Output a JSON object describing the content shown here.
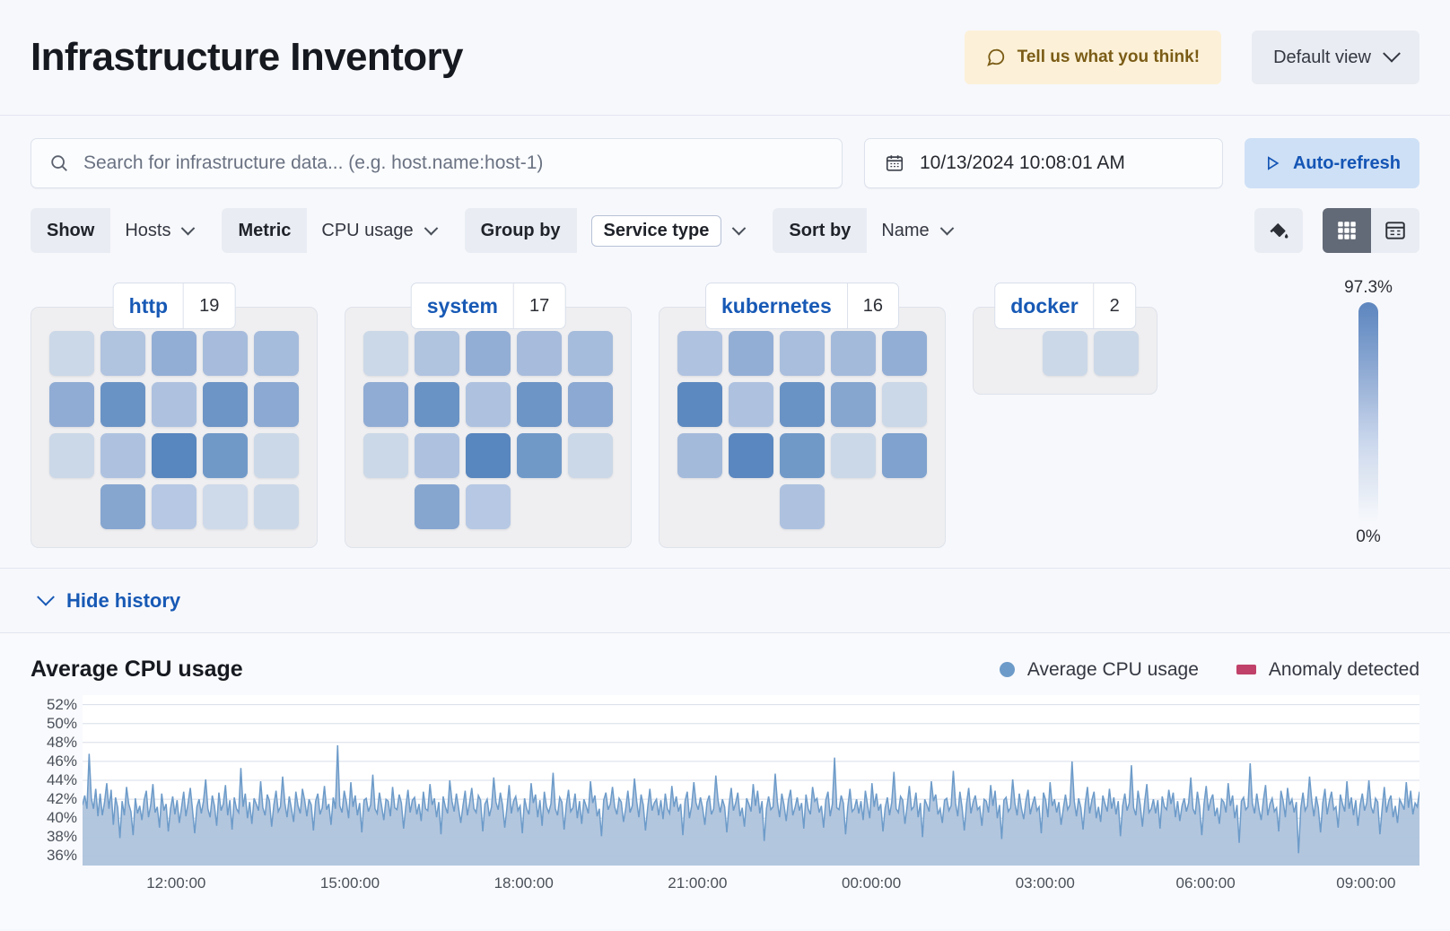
{
  "header": {
    "title": "Infrastructure Inventory",
    "feedback_label": "Tell us what you think!",
    "feedback_icon": "comment-icon",
    "view_label": "Default view",
    "view_chevron_icon": "chevron-down-icon"
  },
  "search": {
    "icon": "search-icon",
    "placeholder": "Search for infrastructure data... (e.g. host.name:host-1)",
    "value": ""
  },
  "date": {
    "icon": "calendar-icon",
    "value": "10/13/2024 10:08:01 AM"
  },
  "refresh": {
    "icon": "play-icon",
    "label": "Auto-refresh"
  },
  "filters": [
    {
      "label": "Show",
      "value": "Hosts",
      "pill": false,
      "icon": "chevron-down-icon"
    },
    {
      "label": "Metric",
      "value": "CPU usage",
      "pill": false,
      "icon": "chevron-down-icon"
    },
    {
      "label": "Group by",
      "value": "Service type",
      "pill": true,
      "icon": "chevron-down-icon"
    },
    {
      "label": "Sort by",
      "value": "Name",
      "pill": false,
      "icon": "chevron-down-icon"
    }
  ],
  "toolbar_right": {
    "palette_icon": "color-fill-icon",
    "grid_view_icon": "grid-view-icon",
    "table_view_icon": "table-view-icon",
    "active_view": "grid"
  },
  "legend_scale": {
    "max": "97.3%",
    "min": "0%"
  },
  "waffle_groups": [
    {
      "name": "http",
      "count": "19",
      "rows": [
        {
          "offset": 0,
          "cells": [
            "#CBD8E8",
            "#B0C3DF",
            "#93AED5",
            "#A7BCDC",
            "#A6BCDC"
          ]
        },
        {
          "offset": 0,
          "cells": [
            "#90ACD4",
            "#6A93C5",
            "#AEC2E0",
            "#6D95C6",
            "#8BA9D2"
          ]
        },
        {
          "offset": 0,
          "cells": [
            "#CBD8E8",
            "#AEC2E0",
            "#5886BE",
            "#7099C8",
            "#CBD8E8"
          ]
        },
        {
          "offset": 1,
          "cells": [
            "#86A6D0",
            "#B6C8E3",
            "#CEDAEA",
            "#CBD8E8"
          ]
        }
      ]
    },
    {
      "name": "system",
      "count": "17",
      "rows": [
        {
          "offset": 0,
          "cells": [
            "#CBD8E8",
            "#B0C3DF",
            "#93AED5",
            "#A7BCDC",
            "#A6BCDC"
          ]
        },
        {
          "offset": 0,
          "cells": [
            "#90ACD4",
            "#6A93C5",
            "#AEC2E0",
            "#6D95C6",
            "#8BA9D2"
          ]
        },
        {
          "offset": 0,
          "cells": [
            "#CBD8E8",
            "#AEC2E0",
            "#5886BE",
            "#7099C8",
            "#CBD8E8"
          ]
        },
        {
          "offset": 1,
          "cells": [
            "#86A6D0",
            "#B6C8E3"
          ]
        }
      ]
    },
    {
      "name": "kubernetes",
      "count": "16",
      "rows": [
        {
          "offset": 0,
          "cells": [
            "#AFC2E0",
            "#93AED5",
            "#A9BEDD",
            "#A4BADB",
            "#93AED5"
          ]
        },
        {
          "offset": 0,
          "cells": [
            "#5C89C0",
            "#AEC2E0",
            "#6A93C5",
            "#86A6D0",
            "#CBD8E8"
          ]
        },
        {
          "offset": 0,
          "cells": [
            "#A4BADB",
            "#5A87BF",
            "#7099C8",
            "#CBD8E8",
            "#7FA2CE"
          ]
        },
        {
          "offset": 2,
          "cells": [
            "#AEC2E0"
          ]
        }
      ]
    },
    {
      "name": "docker",
      "count": "2",
      "rows": [
        {
          "offset": 1,
          "cells": [
            "#CBD8E8",
            "#CBD8E8"
          ]
        }
      ]
    }
  ],
  "hide_history": {
    "label": "Hide history",
    "icon": "chevron-down-icon"
  },
  "chart_data": {
    "type": "area",
    "title": "Average CPU usage",
    "xlabel": "",
    "ylabel": "",
    "ylim": [
      35,
      53
    ],
    "grid": true,
    "legend_position": "top-right",
    "legend": [
      {
        "name": "Average CPU usage",
        "color": "#6D9BC9",
        "marker": "circle"
      },
      {
        "name": "Anomaly detected",
        "color": "#C0416A",
        "marker": "rect"
      }
    ],
    "ytick_labels": [
      "52%",
      "50%",
      "48%",
      "46%",
      "44%",
      "42%",
      "40%",
      "38%",
      "36%"
    ],
    "ytick_values": [
      52,
      50,
      48,
      46,
      44,
      42,
      40,
      38,
      36
    ],
    "xtick_labels": [
      "12:00:00",
      "15:00:00",
      "18:00:00",
      "21:00:00",
      "00:00:00",
      "03:00:00",
      "06:00:00",
      "09:00:00"
    ],
    "xtick_positions": [
      0.07,
      0.2,
      0.33,
      0.46,
      0.59,
      0.72,
      0.84,
      0.96
    ],
    "series": [
      {
        "name": "Average CPU usage",
        "color": "#6D9BC9",
        "fill": "#AEC3DC",
        "values": [
          41.4,
          42.4,
          41.0,
          46.8,
          42.1,
          41.0,
          43.1,
          40.2,
          42.6,
          40.3,
          41.7,
          43.7,
          41.0,
          43.0,
          39.3,
          42.2,
          41.1,
          37.9,
          41.8,
          40.3,
          43.3,
          41.5,
          40.7,
          38.2,
          42.1,
          40.5,
          41.3,
          39.8,
          41.9,
          42.9,
          40.1,
          41.4,
          43.6,
          40.6,
          41.2,
          39.0,
          42.6,
          40.8,
          41.5,
          38.6,
          41.0,
          42.3,
          40.4,
          41.9,
          39.5,
          41.1,
          42.8,
          40.2,
          41.6,
          43.2,
          40.9,
          38.4,
          41.2,
          42.0,
          40.5,
          41.8,
          44.1,
          41.0,
          40.1,
          42.4,
          41.3,
          39.2,
          42.7,
          40.8,
          41.5,
          43.5,
          40.3,
          41.9,
          38.8,
          42.2,
          41.0,
          40.6,
          45.3,
          41.2,
          42.6,
          40.0,
          41.7,
          39.4,
          42.1,
          41.5,
          40.8,
          43.9,
          41.1,
          40.3,
          42.5,
          41.8,
          39.1,
          41.4,
          42.9,
          40.7,
          41.2,
          44.4,
          41.6,
          40.1,
          42.3,
          41.0,
          39.6,
          42.8,
          41.3,
          40.5,
          43.1,
          41.9,
          40.2,
          42.0,
          41.4,
          38.7,
          41.8,
          42.6,
          40.4,
          41.1,
          43.4,
          40.9,
          41.5,
          39.3,
          42.2,
          41.0,
          47.7,
          41.3,
          40.6,
          42.9,
          41.7,
          40.0,
          43.8,
          41.2,
          42.4,
          40.3,
          41.6,
          38.5,
          41.9,
          42.1,
          40.7,
          41.4,
          44.6,
          41.0,
          40.5,
          42.7,
          41.3,
          39.8,
          42.0,
          41.8,
          40.2,
          43.3,
          41.1,
          40.9,
          42.5,
          41.6,
          38.9,
          41.2,
          43.0,
          40.6,
          41.9,
          42.2,
          40.4,
          41.5,
          39.7,
          42.8,
          41.0,
          40.8,
          43.6,
          41.4,
          42.1,
          40.1,
          41.7,
          38.3,
          42.3,
          41.2,
          40.5,
          44.0,
          41.8,
          40.7,
          42.6,
          41.1,
          39.5,
          41.3,
          42.9,
          40.3,
          41.6,
          43.2,
          41.0,
          40.6,
          42.4,
          41.9,
          38.6,
          41.5,
          42.0,
          40.2,
          41.2,
          44.3,
          41.7,
          40.9,
          42.7,
          41.4,
          39.0,
          41.1,
          43.5,
          40.5,
          41.8,
          42.3,
          40.8,
          41.3,
          38.4,
          42.1,
          41.0,
          40.4,
          43.7,
          41.6,
          42.5,
          40.1,
          41.9,
          39.2,
          42.8,
          41.2,
          40.6,
          41.5,
          44.8,
          41.0,
          40.3,
          42.2,
          41.7,
          38.8,
          41.4,
          43.0,
          40.7,
          41.1,
          42.6,
          40.0,
          41.8,
          39.4,
          42.0,
          41.3,
          40.5,
          43.9,
          41.6,
          42.4,
          40.2,
          41.0,
          38.1,
          41.9,
          42.7,
          40.9,
          41.5,
          43.3,
          41.2,
          40.4,
          42.1,
          41.7,
          39.6,
          41.0,
          42.9,
          40.6,
          41.3,
          44.2,
          41.8,
          40.1,
          42.5,
          41.4,
          38.7,
          41.1,
          43.1,
          40.8,
          41.6,
          42.0,
          40.3,
          41.9,
          39.9,
          42.6,
          41.0,
          40.5,
          43.4,
          41.2,
          42.3,
          40.7,
          41.5,
          38.2,
          41.8,
          42.8,
          40.0,
          41.3,
          43.8,
          41.6,
          40.9,
          42.2,
          41.1,
          39.3,
          41.7,
          42.4,
          40.4,
          41.0,
          44.5,
          41.9,
          40.6,
          42.0,
          41.2,
          38.5,
          41.4,
          43.2,
          40.8,
          41.6,
          42.7,
          40.2,
          41.1,
          39.1,
          42.1,
          41.5,
          40.7,
          43.6,
          41.3,
          42.9,
          40.5,
          41.8,
          37.6,
          41.0,
          42.3,
          40.9,
          41.2,
          44.7,
          41.7,
          40.1,
          42.6,
          41.4,
          39.7,
          41.9,
          43.0,
          40.3,
          41.1,
          42.2,
          40.8,
          41.6,
          38.9,
          42.5,
          41.0,
          40.4,
          43.3,
          41.8,
          42.1,
          40.6,
          41.3,
          39.0,
          41.9,
          42.8,
          40.2,
          41.5,
          46.4,
          41.1,
          40.9,
          42.4,
          41.6,
          38.3,
          41.2,
          43.1,
          40.7,
          41.0,
          42.0,
          40.5,
          41.8,
          39.8,
          42.9,
          41.4,
          40.0,
          43.7,
          41.2,
          42.6,
          40.8,
          41.5,
          38.6,
          41.1,
          42.2,
          40.3,
          41.7,
          44.9,
          41.0,
          40.6,
          42.3,
          41.9,
          39.4,
          41.3,
          43.4,
          40.9,
          41.2,
          42.7,
          40.1,
          41.6,
          38.0,
          42.0,
          41.4,
          40.7,
          43.9,
          41.8,
          42.5,
          40.4,
          41.0,
          39.5,
          41.9,
          42.1,
          40.8,
          41.3,
          45.0,
          41.6,
          40.2,
          42.8,
          41.1,
          38.7,
          41.5,
          43.2,
          40.5,
          41.7,
          42.4,
          40.9,
          41.2,
          39.2,
          42.0,
          41.8,
          40.6,
          43.5,
          41.3,
          42.9,
          40.0,
          41.4,
          37.8,
          41.9,
          42.2,
          40.7,
          41.1,
          44.1,
          41.6,
          40.3,
          42.6,
          41.0,
          39.9,
          41.8,
          43.0,
          40.4,
          41.5,
          42.3,
          40.8,
          41.2,
          38.4,
          42.7,
          41.9,
          40.1,
          43.8,
          41.3,
          42.0,
          40.6,
          41.7,
          39.3,
          41.0,
          42.5,
          40.9,
          41.4,
          46.0,
          41.8,
          40.2,
          42.1,
          41.1,
          38.8,
          41.6,
          43.3,
          40.5,
          41.9,
          42.8,
          40.0,
          41.2,
          39.6,
          42.4,
          41.5,
          40.7,
          43.1,
          41.0,
          42.2,
          40.4,
          41.8,
          38.1,
          41.3,
          42.6,
          40.8,
          41.6,
          45.6,
          41.1,
          40.3,
          42.9,
          41.4,
          39.1,
          41.7,
          43.6,
          40.6,
          41.0,
          42.0,
          40.5,
          41.9,
          38.9,
          42.3,
          41.2,
          40.9,
          43.0,
          41.5,
          42.7,
          40.1,
          41.8,
          39.7,
          41.3,
          42.1,
          40.7,
          41.6,
          44.3,
          41.0,
          40.4,
          42.8,
          41.2,
          38.2,
          41.5,
          43.4,
          40.8,
          41.9,
          42.5,
          40.2,
          41.1,
          39.4,
          42.0,
          41.7,
          40.6,
          43.7,
          41.3,
          42.4,
          40.0,
          41.4,
          37.4,
          41.8,
          42.2,
          40.9,
          41.2,
          45.8,
          41.6,
          40.5,
          42.6,
          41.0,
          39.8,
          41.9,
          43.5,
          40.3,
          41.5,
          42.1,
          40.7,
          41.1,
          38.6,
          42.9,
          41.8,
          40.1,
          43.2,
          41.4,
          42.0,
          40.6,
          41.7,
          36.3,
          41.0,
          42.7,
          40.8,
          41.3,
          44.4,
          41.9,
          40.2,
          42.3,
          41.1,
          38.5,
          41.6,
          43.1,
          40.4,
          41.8,
          42.8,
          40.9,
          41.2,
          39.0,
          42.5,
          41.5,
          40.7,
          43.9,
          41.0,
          42.2,
          40.3,
          41.9,
          39.2,
          41.4,
          42.6,
          40.8,
          41.6,
          44.0,
          41.2,
          40.5,
          42.1,
          41.7,
          38.3,
          41.0,
          43.3,
          40.6,
          41.8,
          42.4,
          40.1,
          41.3,
          39.5,
          42.0,
          41.5,
          40.9,
          43.8,
          41.1,
          42.9,
          40.4,
          41.6,
          41.2,
          42.8
        ]
      }
    ]
  }
}
